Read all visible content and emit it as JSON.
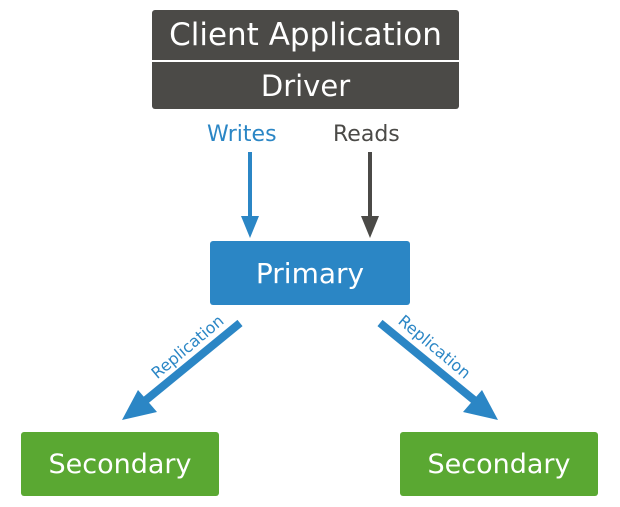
{
  "client": {
    "title": "Client Application",
    "driver": "Driver"
  },
  "flows": {
    "writes": "Writes",
    "reads": "Reads"
  },
  "primary": {
    "label": "Primary"
  },
  "secondaries": [
    {
      "label": "Secondary"
    },
    {
      "label": "Secondary"
    }
  ],
  "replication": {
    "left": "Replication",
    "right": "Replication"
  },
  "colors": {
    "client_bg": "#4b4a47",
    "primary_bg": "#2b86c5",
    "secondary_bg": "#5aa832",
    "writes_text": "#2b86c5",
    "reads_text": "#4b4a47"
  }
}
